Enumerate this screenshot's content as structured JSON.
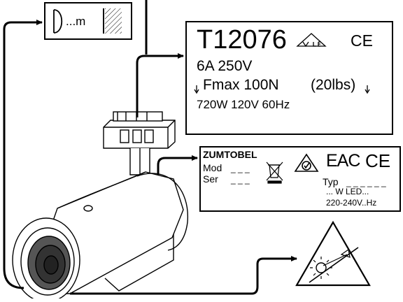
{
  "distance_label": {
    "text": "...m"
  },
  "adapter_label": {
    "model": "T12076",
    "rating": "6A  250V",
    "force": "Fmax  100N",
    "force_lbs": "(20lbs)",
    "power": "720W 120V 60Hz"
  },
  "rating_plate": {
    "brand": "ZUMTOBEL",
    "mod": "Mod",
    "mod_value": "_ _ _",
    "ser": "Ser",
    "ser_value": "_ _ _",
    "typ": "Typ",
    "typ_value": "_ _ _ _ _ _",
    "led": "... W LED...",
    "voltage": "220-240V..Hz",
    "eac_mark": "EAC",
    "ce_mark": "CE"
  },
  "icons": {
    "vde": "vde-mark-icon",
    "ce": "ce-mark-icon",
    "weee": "crossed-out-bin-icon",
    "rcm": "rcm-mark-icon",
    "eac": "eac-mark-icon",
    "force_arrow": "down-arrow-icon",
    "warning": "do-not-look-into-light-warning-icon"
  }
}
